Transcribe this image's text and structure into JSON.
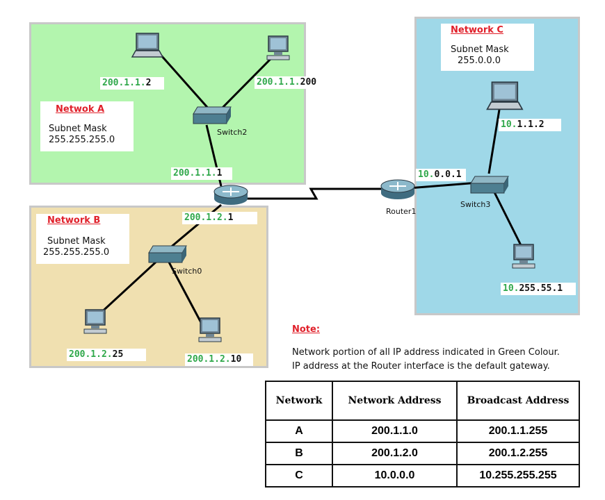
{
  "networks": {
    "a": {
      "title": "Netwok A",
      "mask_label": "Subnet Mask",
      "mask": "255.255.255.0"
    },
    "b": {
      "title": "Network B",
      "mask_label": "Subnet Mask",
      "mask": "255.255.255.0"
    },
    "c": {
      "title": "Network C",
      "mask_label": "Subnet Mask",
      "mask": "255.0.0.0"
    }
  },
  "addresses": {
    "laptop_a": {
      "net": "200.1.1.",
      "host": "2"
    },
    "pc_a": {
      "net": "200.1.1.",
      "host": "200"
    },
    "gw_a": {
      "net": "200.1.1.",
      "host": "1"
    },
    "gw_b": {
      "net": "200.1.2.",
      "host": "1"
    },
    "pc_b1": {
      "net": "200.1.2.",
      "host": "25"
    },
    "pc_b2": {
      "net": "200.1.2.",
      "host": "10"
    },
    "gw_c": {
      "net": "10.",
      "host": "0.0.1"
    },
    "laptop_c": {
      "net": "10.",
      "host": "1.1.2"
    },
    "pc_c": {
      "net": "10.",
      "host": "255.55.1"
    }
  },
  "devices": {
    "switch2": "Switch2",
    "switch0": "Switch0",
    "switch3": "Switch3",
    "router1": "Router1"
  },
  "note": {
    "title": "Note:",
    "line1": "Network portion of all IP address indicated in Green Colour.",
    "line2": "IP address at the Router interface is the default gateway."
  },
  "table": {
    "headers": [
      "Network",
      "Network Address",
      "Broadcast Address"
    ],
    "rows": [
      [
        "A",
        "200.1.1.0",
        "200.1.1.255"
      ],
      [
        "B",
        "200.1.2.0",
        "200.1.2.255"
      ],
      [
        "C",
        "10.0.0.0",
        "10.255.255.255"
      ]
    ]
  },
  "colors": {
    "zone_a": "#b3f5ae",
    "zone_b": "#f0e0b0",
    "zone_c": "#9fd8e8",
    "network_portion": "#2fa84a",
    "title_red": "#e0202a"
  }
}
